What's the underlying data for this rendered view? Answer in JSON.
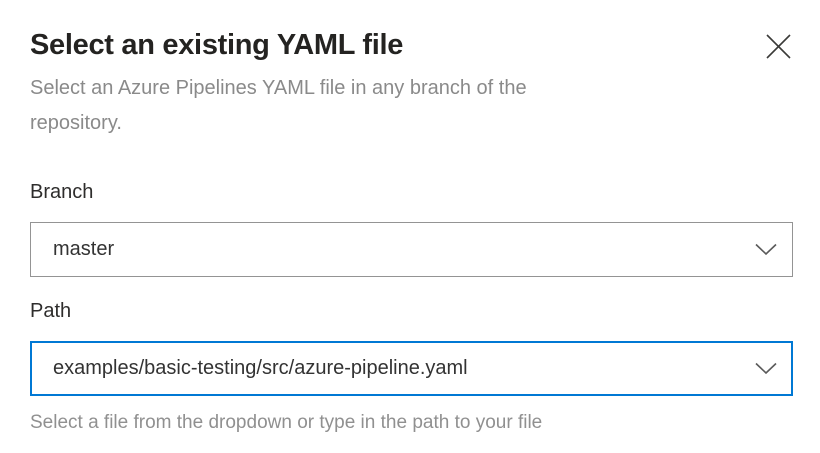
{
  "panel": {
    "title": "Select an existing YAML file",
    "subtitle": "Select an Azure Pipelines YAML file in any branch of the repository.",
    "helper_text": "Select a file from the dropdown or type in the path to your file"
  },
  "fields": {
    "branch": {
      "label": "Branch",
      "value": "master"
    },
    "path": {
      "label": "Path",
      "value": "examples/basic-testing/src/azure-pipeline.yaml"
    }
  },
  "icons": {
    "close": "close-icon",
    "branch_dropdown": "chevron-down-icon",
    "path_dropdown": "chevron-down-icon"
  },
  "colors": {
    "accent_blue": "#0078d4",
    "dropdown_border": "#949494",
    "title_text": "#242321",
    "muted_text": "#8a8a8a"
  }
}
